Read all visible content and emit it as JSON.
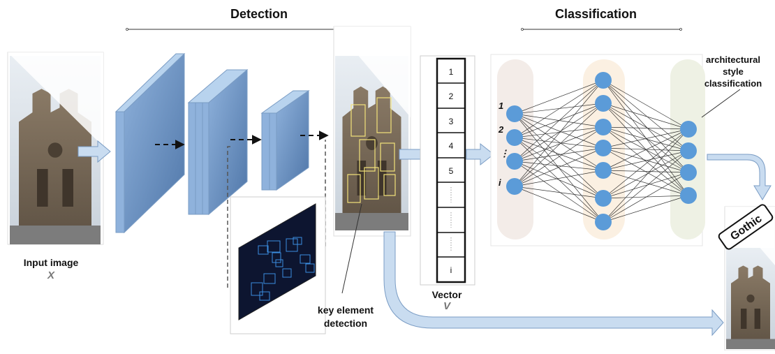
{
  "titles": {
    "detection": "Detection",
    "classification": "Classification"
  },
  "input": {
    "label": "Input image",
    "var": "X"
  },
  "key_element": {
    "label_line1": "key element",
    "label_line2": "detection"
  },
  "vector": {
    "label": "Vector",
    "var": "V",
    "cells": [
      "1",
      "2",
      "3",
      "4",
      "5",
      "i"
    ]
  },
  "network": {
    "input_labels": [
      "1",
      "2",
      "⋮",
      "i"
    ],
    "output_note_line1": "architectural",
    "output_note_line2": "style",
    "output_note_line3": "classification"
  },
  "result": {
    "label": "Gothic"
  },
  "colors": {
    "layer_front": "#6f93c2",
    "layer_side": "#b8d3ee",
    "node": "#5b9bd8",
    "arrow_fill": "#c9dcf0",
    "arrow_stroke": "#7a9cc4",
    "detect_box": "#f2e27a"
  }
}
